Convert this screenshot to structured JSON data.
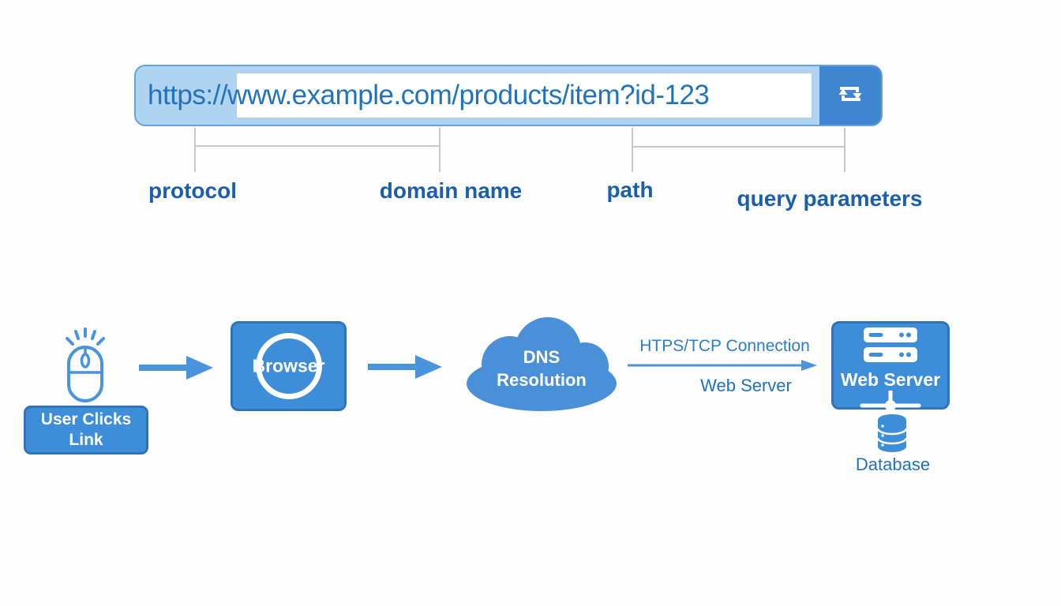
{
  "url_bar": {
    "text": "https://www.example.com/products/item?id-123",
    "refresh_icon": "repeat-icon"
  },
  "url_labels": {
    "protocol": "protocol",
    "domain_name": "domain name",
    "path": "path",
    "query_parameters": "query parameters"
  },
  "flow": {
    "user_clicks": {
      "line1": "User Clicks",
      "line2": "Link",
      "icon": "mouse-click-icon"
    },
    "browser": {
      "label": "Browser",
      "icon": "circle-outline-icon"
    },
    "dns": {
      "line1": "DNS",
      "line2": "Resolution",
      "icon": "cloud-icon"
    },
    "connection": {
      "label": "HTPS/TCP Connection",
      "sublabel": "Web Server"
    },
    "web_server": {
      "label": "Web Server",
      "icon_top": "server-rack-icon",
      "icon_bottom": "network-node-icon"
    },
    "database": {
      "label": "Database",
      "icon": "database-cylinder-icon"
    }
  },
  "colors": {
    "node_blue": "#3d8dd8",
    "node_border_blue": "#2f74b9",
    "arrow_blue": "#4a94dc",
    "cloud_blue": "#4a90d9",
    "label_dark_blue": "#1b5ea9",
    "url_text_blue": "#2273bd",
    "bar_fill": "#afd3f1",
    "bar_border": "#66a3dc",
    "refresh_button_blue": "#3e86d0",
    "connector_gray": "#c4c8cc",
    "background": "#fdfdfd"
  }
}
